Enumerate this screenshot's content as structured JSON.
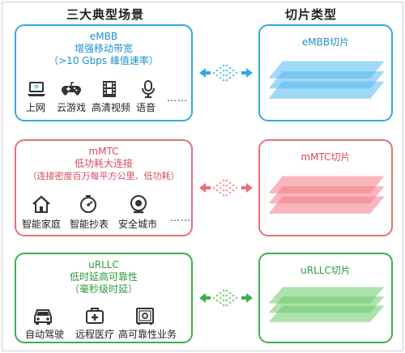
{
  "headers": {
    "left": "三大典型场景",
    "right": "切片类型"
  },
  "rows": [
    {
      "name": "eMBB",
      "color": "#35A9E0",
      "slice_color": "#56B8F0",
      "features": [
        "增强移动带宽",
        "（>10 Gbps 峰值速率）"
      ],
      "apps": [
        {
          "icon": "laptop-icon",
          "label": "上网"
        },
        {
          "icon": "gamepad-icon",
          "label": "云游戏"
        },
        {
          "icon": "film-icon",
          "label": "高清视频"
        },
        {
          "icon": "microphone-icon",
          "label": "语音"
        }
      ],
      "ellipsis": "……",
      "slice_label": "eMBB切片"
    },
    {
      "name": "mMTC",
      "color": "#E76F7B",
      "slice_color": "#F47C86",
      "features": [
        "低功耗大连接",
        "（连接密度百万每平方公里、低功耗）"
      ],
      "apps": [
        {
          "icon": "home-icon",
          "label": "智能家庭"
        },
        {
          "icon": "meter-icon",
          "label": "智能抄表"
        },
        {
          "icon": "camera-icon",
          "label": "安全城市"
        }
      ],
      "ellipsis": "……",
      "slice_label": "mMTC切片"
    },
    {
      "name": "uRLLC",
      "color": "#3FAE4A",
      "slice_color": "#6CCB6B",
      "features": [
        "低时延高可靠性",
        "（毫秒级时延）"
      ],
      "apps": [
        {
          "icon": "car-icon",
          "label": "自动驾驶"
        },
        {
          "icon": "medical-kit-icon",
          "label": "远程医疗"
        },
        {
          "icon": "safe-icon",
          "label": "高可靠性业务"
        }
      ],
      "ellipsis": "",
      "slice_label": "uRLLC切片"
    }
  ]
}
